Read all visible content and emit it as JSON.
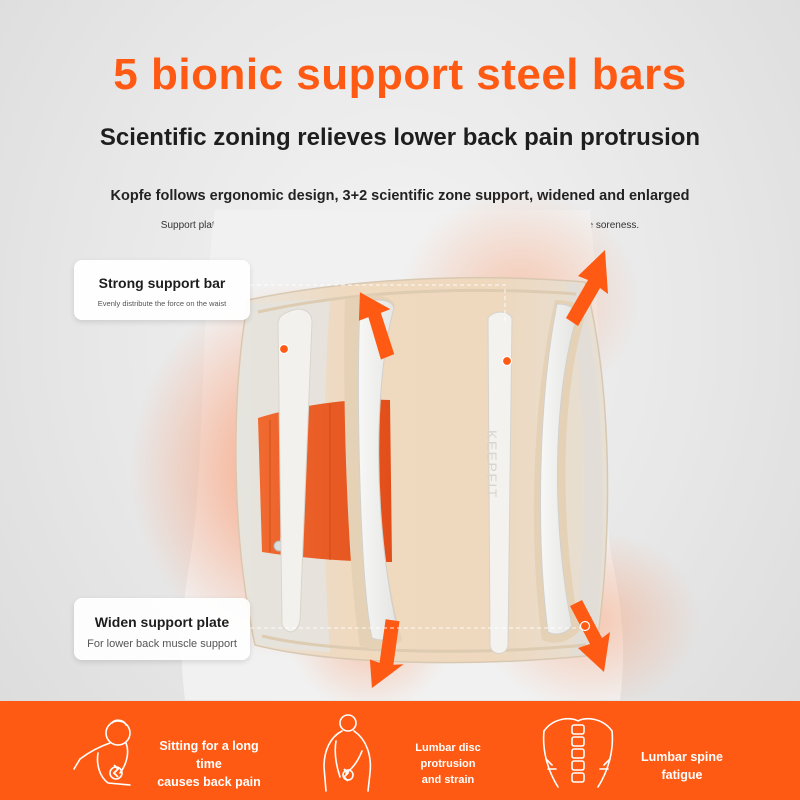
{
  "header": {
    "title": "5 bionic support steel bars",
    "subtitle": "Scientific zoning relieves lower back pain protrusion",
    "desc_line1": "Kopfe follows ergonomic design, 3+2 scientific zone support, widened and enlarged",
    "desc_line2": "Support plate, better support the lumbar erector spinae muscles, effectively relieve lumbar muscle soreness."
  },
  "product": {
    "brand_mark": "KEEPFIT"
  },
  "callouts": [
    {
      "title": "Strong support bar",
      "desc": "Evenly distribute the force on the waist"
    },
    {
      "title": "Widen support plate",
      "desc": "For lower back muscle support"
    }
  ],
  "features": [
    {
      "icon": "sitting-back-pain-icon",
      "line1": "Sitting for a long time",
      "line2": "causes back pain"
    },
    {
      "icon": "disc-protrusion-icon",
      "line1": "Lumbar disc protrusion",
      "line2": "and strain"
    },
    {
      "icon": "spine-fatigue-icon",
      "line1": "Lumbar spine fatigue",
      "line2": ""
    }
  ],
  "colors": {
    "accent": "#ff5a14",
    "belt_beige": "#ead6bc",
    "strap_orange": "#ee5a24",
    "text_dark": "#1e1e1e"
  }
}
